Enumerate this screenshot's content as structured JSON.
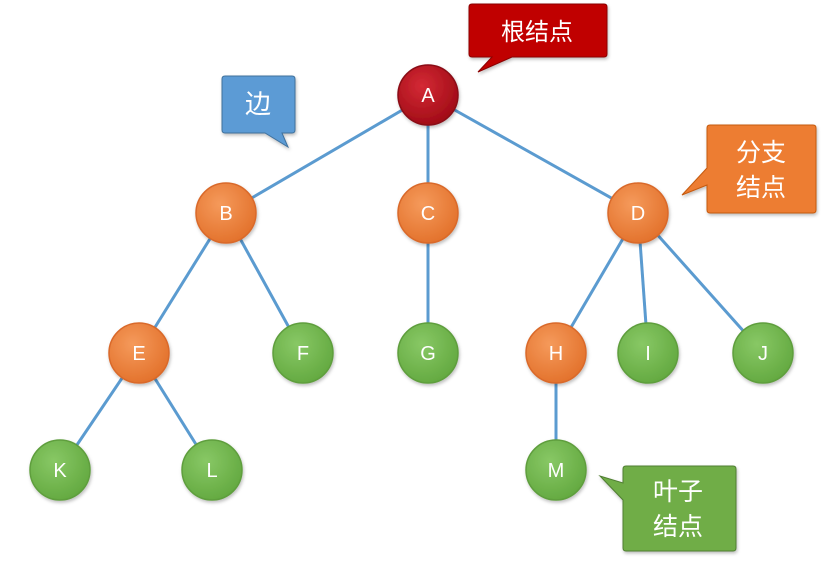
{
  "colors": {
    "root": "#b50d1c",
    "branch": "#ee7d31",
    "leaf": "#71b74a",
    "edge": "#5b9bd0",
    "callout_root": "#c00000",
    "callout_edge": "#5b9bd5",
    "callout_branch": "#ed7d31",
    "callout_leaf": "#70ad47"
  },
  "nodes": [
    {
      "id": "A",
      "label": "A",
      "kind": "root"
    },
    {
      "id": "B",
      "label": "B",
      "kind": "branch"
    },
    {
      "id": "C",
      "label": "C",
      "kind": "branch"
    },
    {
      "id": "D",
      "label": "D",
      "kind": "branch"
    },
    {
      "id": "E",
      "label": "E",
      "kind": "branch"
    },
    {
      "id": "F",
      "label": "F",
      "kind": "leaf"
    },
    {
      "id": "G",
      "label": "G",
      "kind": "leaf"
    },
    {
      "id": "H",
      "label": "H",
      "kind": "branch"
    },
    {
      "id": "I",
      "label": "I",
      "kind": "leaf"
    },
    {
      "id": "J",
      "label": "J",
      "kind": "leaf"
    },
    {
      "id": "K",
      "label": "K",
      "kind": "leaf"
    },
    {
      "id": "L",
      "label": "L",
      "kind": "leaf"
    },
    {
      "id": "M",
      "label": "M",
      "kind": "leaf"
    }
  ],
  "edges": [
    [
      "A",
      "B"
    ],
    [
      "A",
      "C"
    ],
    [
      "A",
      "D"
    ],
    [
      "B",
      "E"
    ],
    [
      "B",
      "F"
    ],
    [
      "C",
      "G"
    ],
    [
      "D",
      "H"
    ],
    [
      "D",
      "I"
    ],
    [
      "D",
      "J"
    ],
    [
      "E",
      "K"
    ],
    [
      "E",
      "L"
    ],
    [
      "H",
      "M"
    ]
  ],
  "callouts": {
    "root": {
      "lines": [
        "根结点"
      ]
    },
    "edge": {
      "lines": [
        "边"
      ]
    },
    "branch": {
      "lines": [
        "分支",
        "结点"
      ]
    },
    "leaf": {
      "lines": [
        "叶子",
        "结点"
      ]
    }
  }
}
